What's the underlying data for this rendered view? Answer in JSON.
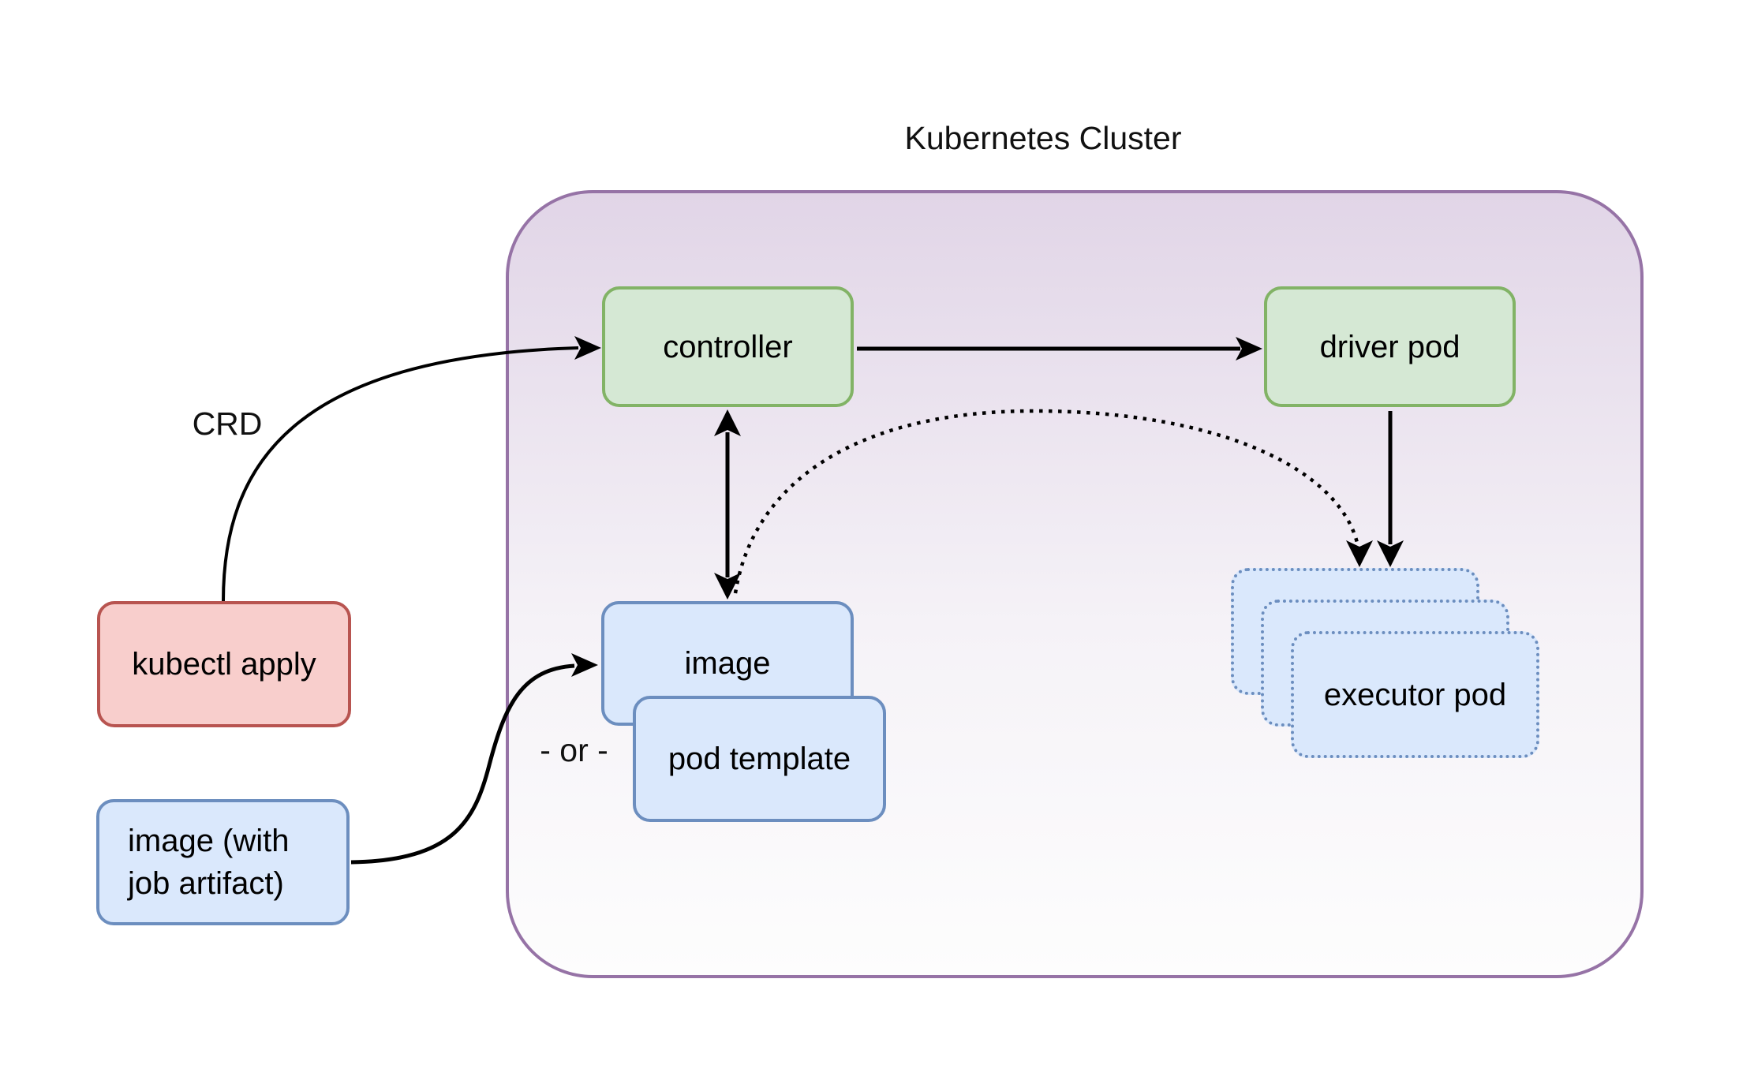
{
  "title": "Kubernetes Cluster",
  "labels": {
    "crd": "CRD",
    "or": "- or -"
  },
  "nodes": {
    "controller": {
      "label": "controller"
    },
    "driver_pod": {
      "label": "driver pod"
    },
    "kubectl_apply": {
      "label": "kubectl apply"
    },
    "image": {
      "label": "image"
    },
    "pod_template": {
      "label": "pod template"
    },
    "image_artifact": {
      "line1": "image (with",
      "line2": "job artifact)"
    },
    "executor_pod": {
      "label": "executor pod",
      "stack_count": 3
    }
  },
  "edges": [
    {
      "from": "kubectl apply",
      "to": "controller",
      "label": "CRD",
      "style": "solid curved arrow"
    },
    {
      "from": "controller",
      "to": "driver pod",
      "style": "solid arrow"
    },
    {
      "from": "controller",
      "to": "image",
      "style": "solid double-headed arrow"
    },
    {
      "from": "image",
      "to": "executor pods",
      "style": "dotted curved arrow"
    },
    {
      "from": "driver pod",
      "to": "executor pods",
      "style": "solid arrow"
    },
    {
      "from": "image (with job artifact)",
      "to": "image / pod template",
      "label": "- or -",
      "style": "solid curved arrow"
    }
  ],
  "colors": {
    "green-fill": "#d5e8d4",
    "green-stroke": "#82b366",
    "blue-fill": "#dae8fc",
    "blue-stroke": "#6c8ebf",
    "red-fill": "#f8cecc",
    "red-stroke": "#b85450",
    "purple-fill": "#e1d5e7",
    "purple-stroke": "#9673a6",
    "arrow": "#000000"
  }
}
